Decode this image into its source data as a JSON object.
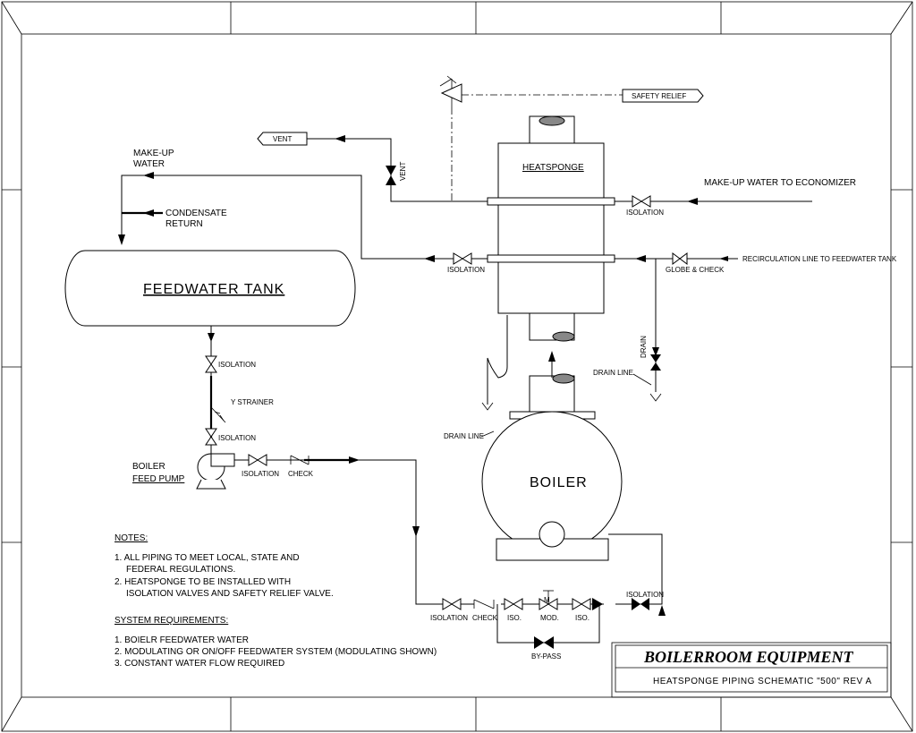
{
  "labels": {
    "safety_relief": "SAFETY RELIEF",
    "vent_arrow": "VENT",
    "vent_valve": "VENT",
    "makeup_water_1": "MAKE-UP",
    "makeup_water_2": "WATER",
    "condensate_1": "CONDENSATE",
    "condensate_2": "RETURN",
    "heatsponge": "HEATSPONGE",
    "makeup_to_economizer": "MAKE-UP WATER TO ECONOMIZER",
    "isolation_top": "ISOLATION",
    "isolation_mid": "ISOLATION",
    "globe_check": "GLOBE & CHECK",
    "recirculation": "RECIRCULATION LINE TO FEEDWATER TANK",
    "feedwater_tank": "FEEDWATER TANK",
    "drain_v": "DRAIN",
    "drain_line_right": "DRAIN LINE",
    "isolation_tank": "ISOLATION",
    "y_strainer": "Y STRAINER",
    "isolation_pump_in": "ISOLATION",
    "boiler_feed_1": "BOILER",
    "boiler_feed_2": "FEED PUMP",
    "isolation_pump_out": "ISOLATION",
    "check_pump_out": "CHECK",
    "drain_line_left": "DRAIN LINE",
    "boiler": "BOILER",
    "isolation_bottom": "ISOLATION",
    "check_bottom": "CHECK",
    "iso_1": "ISO.",
    "mod": "MOD.",
    "m_letter": "M",
    "iso_2": "ISO.",
    "isolation_return": "ISOLATION",
    "bypass": "BY-PASS"
  },
  "notes": {
    "heading": "NOTES:",
    "items": [
      "1. ALL PIPING TO MEET LOCAL, STATE AND",
      "FEDERAL REGULATIONS.",
      "2. HEATSPONGE TO BE INSTALLED WITH",
      "ISOLATION VALVES AND SAFETY RELIEF VALVE."
    ]
  },
  "requirements": {
    "heading": "SYSTEM REQUIREMENTS:",
    "items": [
      "1. BOIELR FEEDWATER WATER",
      "2. MODULATING OR ON/OFF FEEDWATER SYSTEM (MODULATING SHOWN)",
      "3. CONSTANT WATER FLOW REQUIRED"
    ]
  },
  "title_block": {
    "company": "BOILERROOM EQUIPMENT",
    "drawing": "HEATSPONGE PIPING SCHEMATIC \"500\" REV A"
  }
}
